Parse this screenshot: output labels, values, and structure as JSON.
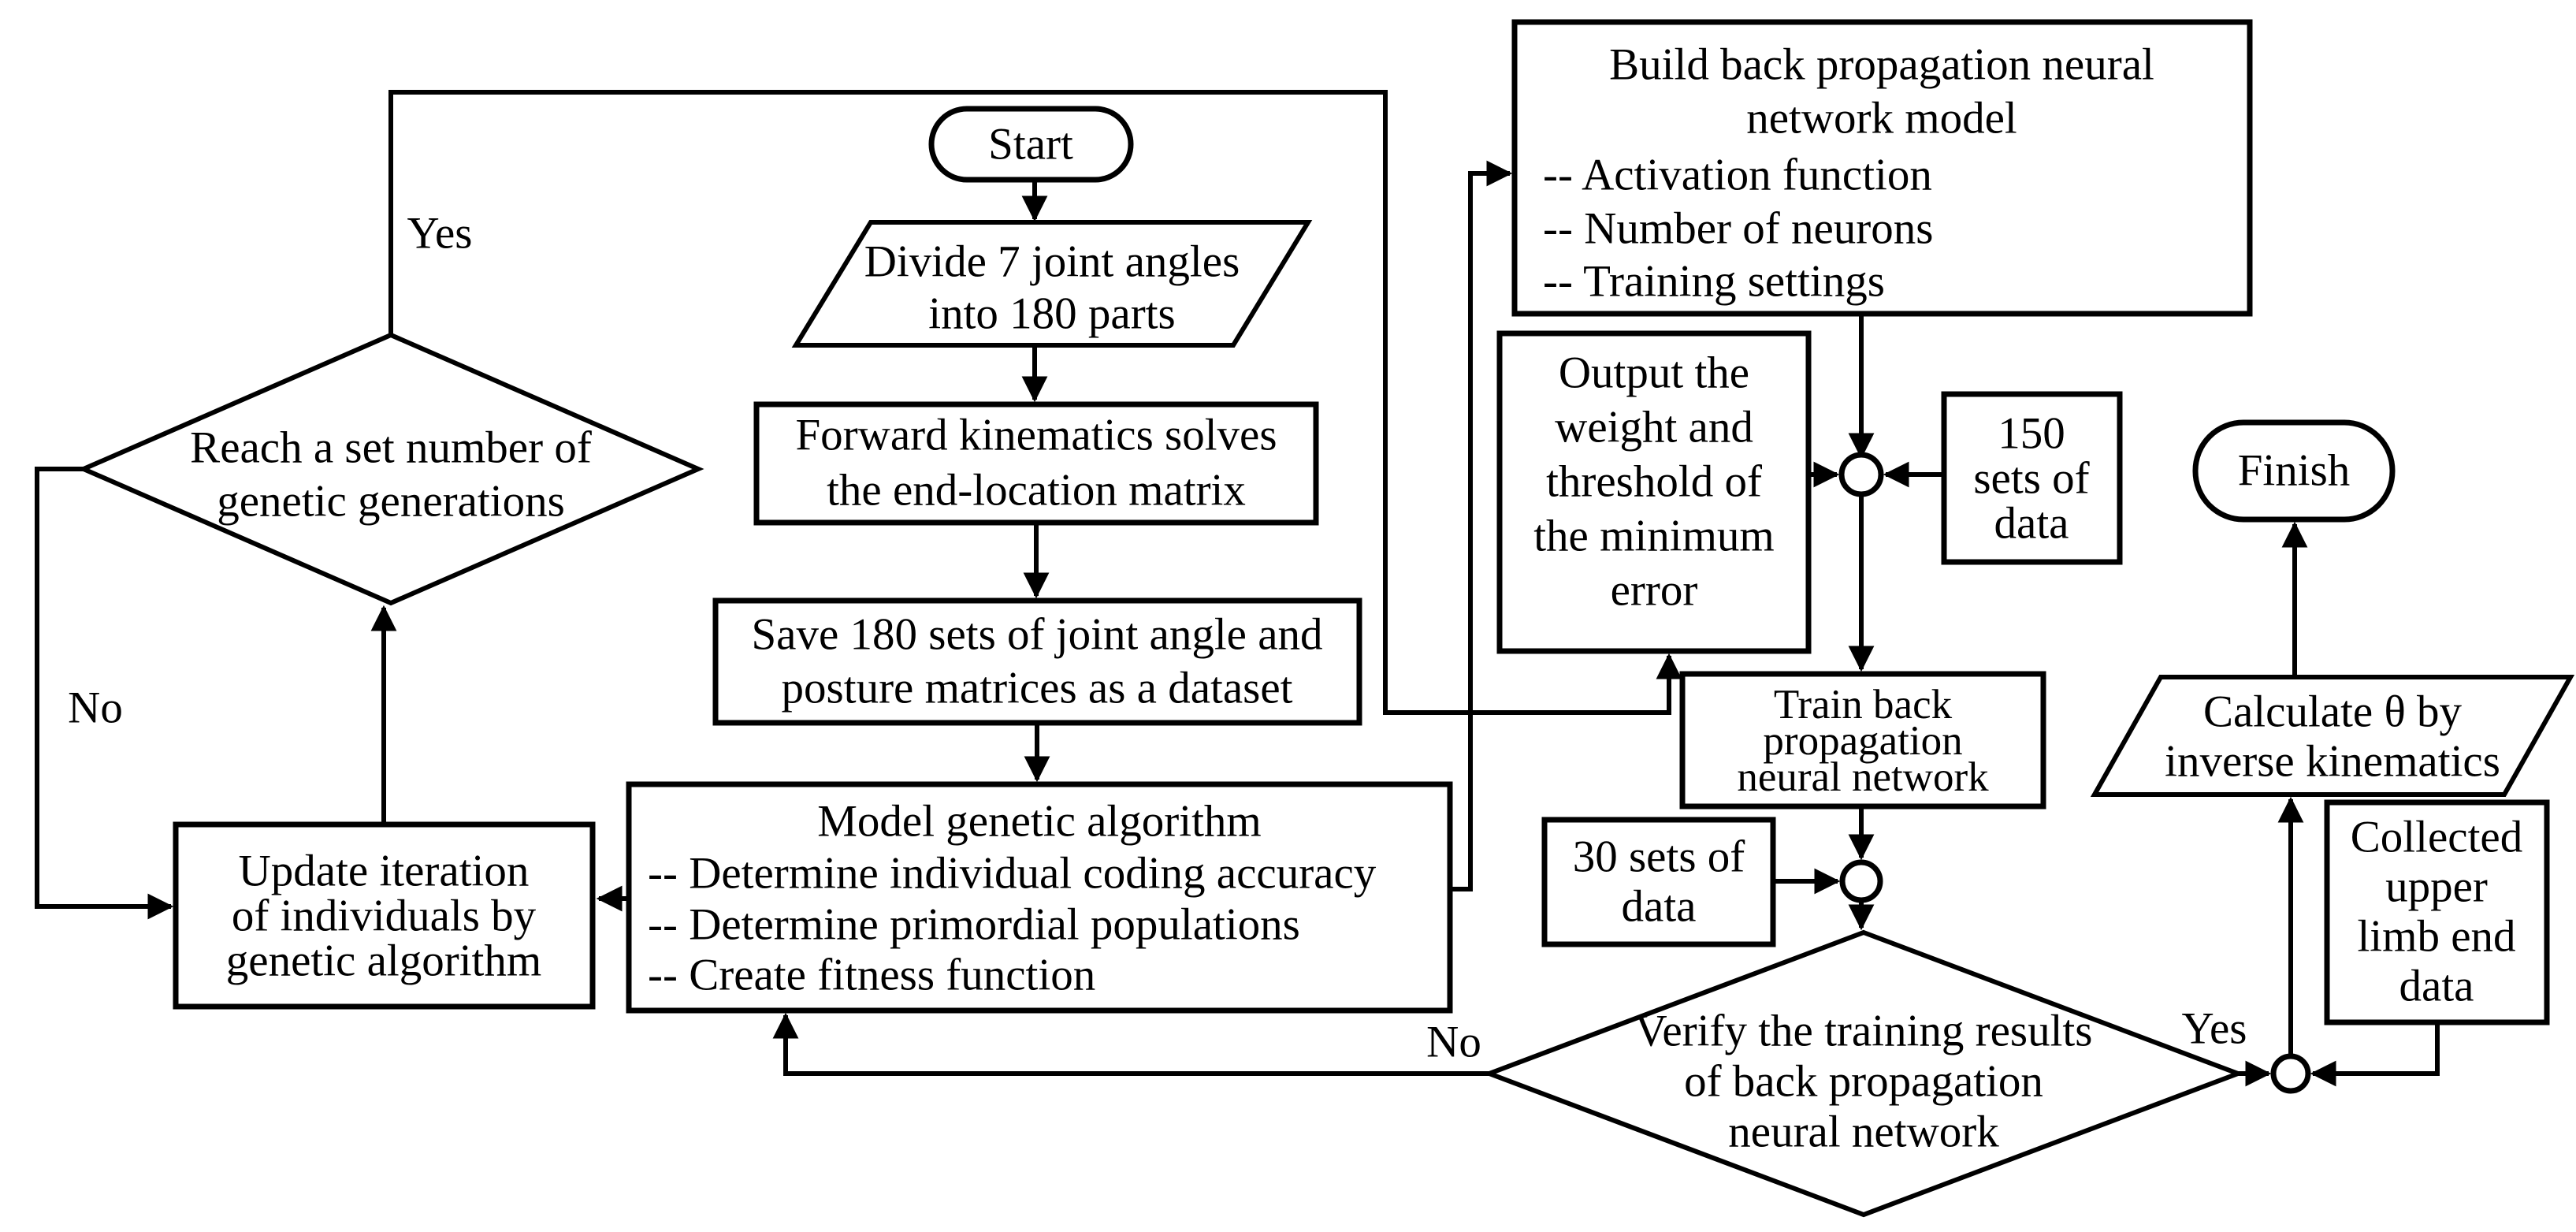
{
  "title": "GA-BP inverse kinematics flowchart",
  "colors": {
    "stroke": "#000000",
    "background": "#ffffff"
  },
  "nodes": {
    "start": {
      "label": "Start"
    },
    "divide": {
      "lines": [
        "Divide 7 joint angles",
        "into 180 parts"
      ]
    },
    "forward": {
      "lines": [
        "Forward kinematics solves",
        "the end-location matrix"
      ]
    },
    "save": {
      "lines": [
        "Save 180 sets of joint angle and",
        "posture matrices as a dataset"
      ]
    },
    "ga": {
      "title": "Model genetic algorithm",
      "bullets": [
        "-- Determine individual coding accuracy",
        "-- Determine primordial populations",
        "-- Create fitness function"
      ]
    },
    "update": {
      "lines": [
        "Update iteration",
        "of individuals by",
        "genetic algorithm"
      ]
    },
    "reach": {
      "lines": [
        "Reach a set number of",
        "genetic generations"
      ]
    },
    "buildbp": {
      "title_lines": [
        "Build back propagation neural",
        "network model"
      ],
      "bullets": [
        "-- Activation function",
        "-- Number of neurons",
        "-- Training settings"
      ]
    },
    "output": {
      "lines": [
        "Output the",
        "weight and",
        "threshold of",
        "the minimum",
        "error"
      ]
    },
    "sets150": {
      "lines": [
        "150",
        "sets of",
        "data"
      ]
    },
    "train": {
      "lines": [
        "Train back",
        "propagation",
        "neural network"
      ]
    },
    "sets30": {
      "lines": [
        "30 sets of",
        "data"
      ]
    },
    "verify": {
      "lines": [
        "Verify the training results",
        "of back propagation",
        "neural network"
      ]
    },
    "calculate": {
      "lines": [
        "Calculate θ by",
        "inverse kinematics"
      ]
    },
    "collected": {
      "lines": [
        "Collected",
        "upper",
        "limb end",
        "data"
      ]
    },
    "finish": {
      "label": "Finish"
    }
  },
  "edge_labels": {
    "yes_reach": "Yes",
    "no_reach": "No",
    "no_verify": "No",
    "yes_verify": "Yes"
  }
}
